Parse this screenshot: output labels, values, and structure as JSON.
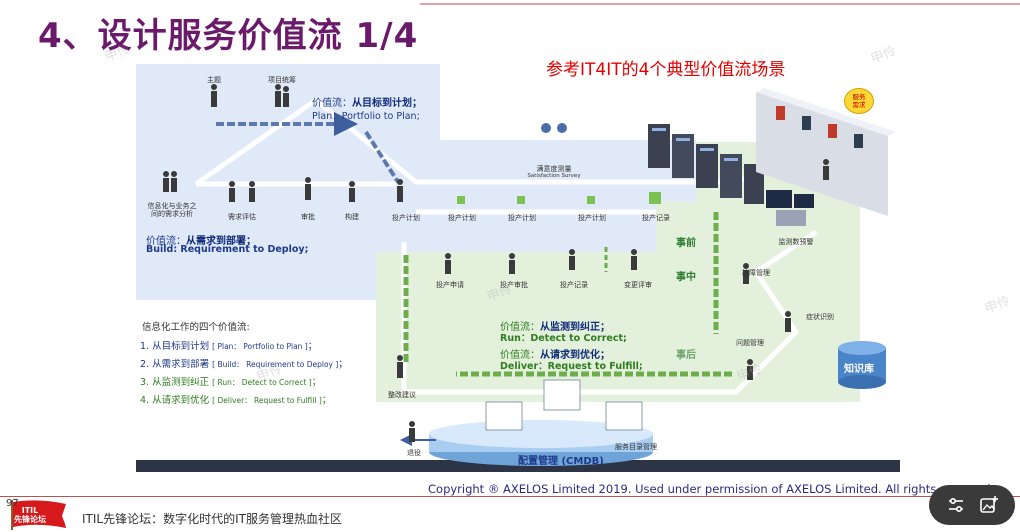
{
  "slide": {
    "title": "4、设计服务价值流 1/4",
    "reference": "参考IT4IT的4个典型价值流场景",
    "page_number": "97"
  },
  "diagram": {
    "p2p": {
      "title_prefix": "价值流：",
      "title_bold": "从目标到计划；",
      "subtitle": "Plan：Portfolio to Plan;",
      "roles": [
        "主题",
        "项目统筹"
      ]
    },
    "r2d": {
      "title_prefix": "价值流：",
      "title_bold": "从需求到部署；",
      "subtitle": "Build: Requirement to Deploy;",
      "nodes": [
        "信息化与业务之\n间的需求分析",
        "需求评估",
        "审批",
        "构建",
        "投产计划",
        "投产计划",
        "投产计划",
        "投产计划",
        "投产记录"
      ],
      "deploy_nodes": [
        "投产申请",
        "投产审批",
        "投产记录",
        "变更评审"
      ],
      "survey_cn": "满意度测量",
      "survey_en": "Satisfaction Survey"
    },
    "phases": [
      "事前",
      "事中",
      "事后"
    ],
    "right_nodes": [
      "监测数预警",
      "故障管理",
      "症状识别",
      "问题管理",
      "知识库"
    ],
    "bottom_nodes": [
      "整改建议",
      "退役",
      "服务目录管理"
    ],
    "service_badge": "服务\n需求",
    "r2f": {
      "run_prefix": "价值流：",
      "run_bold": "从监测到纠正；",
      "run_sub": "Run：Detect to Correct;",
      "del_prefix": "价值流：",
      "del_bold": "从请求到优化；",
      "del_sub": "Deliver：Request to Fulfill;"
    },
    "cmdb": "配置管理 (CMDB)",
    "legend": {
      "title": "信息化工作的四个价值流:",
      "items": [
        {
          "num": "1.",
          "cn": "从目标到计划",
          "en": "[ Plan： Portfolio to Plan ]",
          "end": "；",
          "color": "blue"
        },
        {
          "num": "2.",
          "cn": "从需求到部署",
          "en": "[ Build： Requirement to Deploy ]",
          "end": "；",
          "color": "blue"
        },
        {
          "num": "3.",
          "cn": "从监测到纠正",
          "en": "[ Run： Detect to Correct ]",
          "end": "；",
          "color": "green"
        },
        {
          "num": "4.",
          "cn": "从请求到优化",
          "en": "[ Deliver： Request to Fulfill ]",
          "end": "；",
          "color": "green"
        }
      ]
    },
    "watermark": "申伶"
  },
  "footer": {
    "copyright": "Copyright ® AXELOS Limited 2019. Used under permission of AXELOS Limited. All rights reserved.",
    "logo_text": "ITIL\n先锋论坛",
    "tagline": "ITIL先锋论坛：数字化时代的IT服务管理热血社区"
  },
  "colors": {
    "title": "#6b1a6b",
    "accent_red": "#e60000",
    "blue_band": "#dfe9f8",
    "green_band": "#e3f1dc",
    "arrow_blue": "#3f5f9c",
    "arrow_green": "#5aa63a"
  },
  "icons": {
    "filter": "sliders-icon",
    "add_image": "add-image-icon"
  }
}
